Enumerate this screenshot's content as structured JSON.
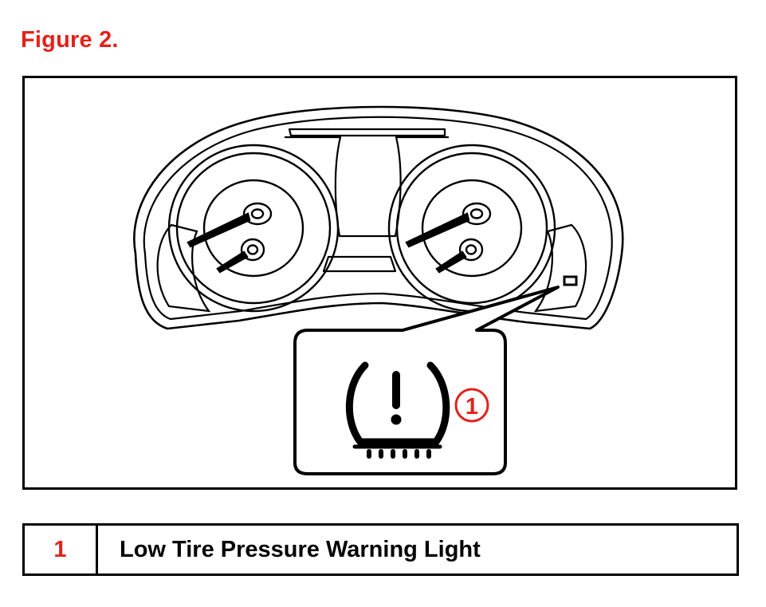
{
  "figure": {
    "title": "Figure 2."
  },
  "illustration": {
    "callout_number": "1",
    "icon": "tire-pressure-warning-icon"
  },
  "legend": {
    "rows": [
      {
        "number": "1",
        "description": "Low Tire Pressure Warning Light"
      }
    ]
  },
  "colors": {
    "accent": "#e4211b",
    "line": "#000000",
    "background": "#ffffff"
  }
}
